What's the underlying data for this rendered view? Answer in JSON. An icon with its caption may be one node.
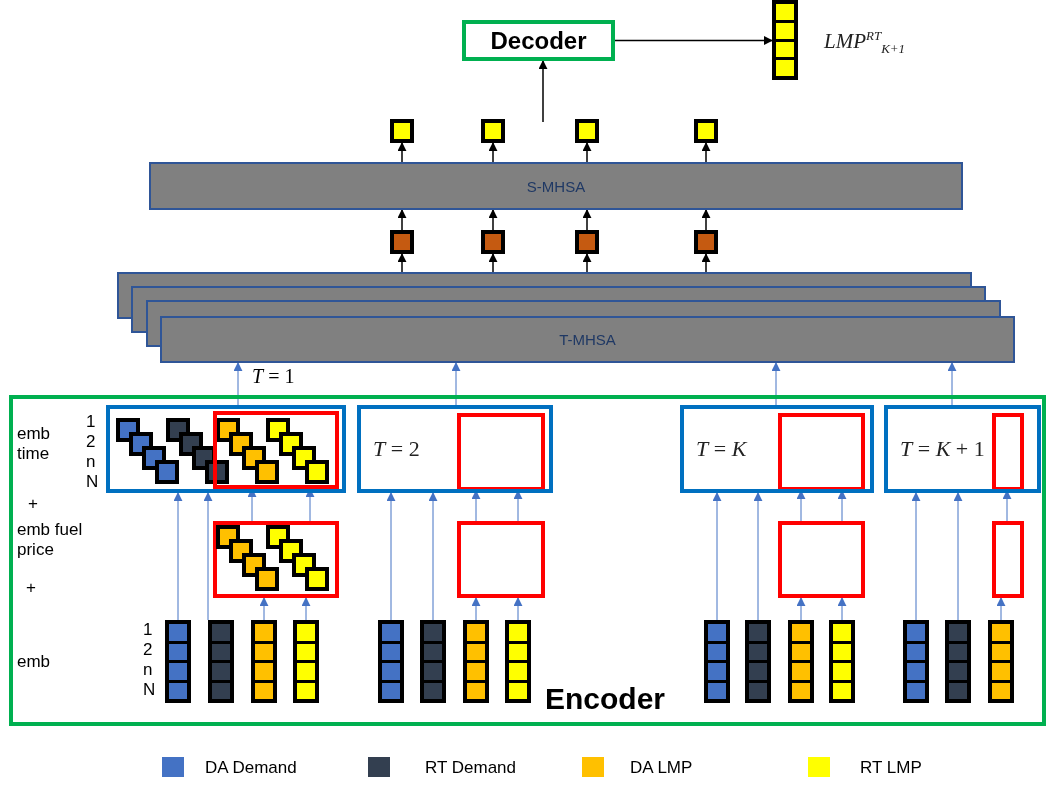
{
  "diagram": {
    "nodes": [
      {
        "text": [
          "Decoder"
        ]
      },
      {
        "text": [],
        "shape": "bar",
        "beside": [
          "LMP$^{RT}$$_{K+1}$"
        ]
      },
      {
        "text": [],
        "shape": "box"
      },
      {
        "text": [],
        "shape": "box"
      },
      {
        "text": [],
        "shape": "box"
      },
      {
        "text": [],
        "shape": "box"
      },
      {
        "text": [
          "S-MHSA"
        ]
      },
      {
        "text": [],
        "shape": "box"
      },
      {
        "text": [],
        "shape": "box"
      },
      {
        "text": [],
        "shape": "box"
      },
      {
        "text": [],
        "shape": "box"
      },
      {
        "text": [
          "T-MHSA"
        ]
      },
      {
        "text": [
          "Encoder"
        ]
      },
      {
        "text": [],
        "shape": "box",
        "in": 12
      },
      {
        "text": [
          "*T* = 2"
        ],
        "in": 12
      },
      {
        "text": [
          "*T* = *K*"
        ],
        "in": 12
      },
      {
        "text": [
          "*T* = *K* + 1"
        ],
        "in": 12
      },
      {
        "text": [],
        "shape": "box",
        "in": 13
      },
      {
        "text": [],
        "shape": "box",
        "in": 14
      },
      {
        "text": [],
        "shape": "box",
        "in": 15
      },
      {
        "text": [],
        "shape": "box",
        "in": 16
      },
      {
        "text": [],
        "shape": "box",
        "in": 12
      },
      {
        "text": [],
        "shape": "box",
        "in": 12
      },
      {
        "text": [],
        "shape": "box",
        "in": 12
      },
      {
        "text": [],
        "shape": "box",
        "in": 12
      },
      {
        "text": [],
        "shape": "bar",
        "in": 12
      },
      {
        "text": [],
        "shape": "bar",
        "in": 12
      },
      {
        "text": [],
        "shape": "bar",
        "in": 12
      },
      {
        "text": [],
        "shape": "bar",
        "in": 12
      },
      {
        "text": [],
        "shape": "bar",
        "in": 12
      },
      {
        "text": [],
        "shape": "bar",
        "in": 12
      },
      {
        "text": [],
        "shape": "bar",
        "in": 12
      },
      {
        "text": [],
        "shape": "bar",
        "in": 12
      },
      {
        "text": [],
        "shape": "bar",
        "in": 12
      },
      {
        "text": [],
        "shape": "bar",
        "in": 12
      },
      {
        "text": [],
        "shape": "bar",
        "in": 12
      },
      {
        "text": [],
        "shape": "bar",
        "in": 12
      },
      {
        "text": [],
        "shape": "bar",
        "in": 12
      },
      {
        "text": [],
        "shape": "bar",
        "in": 12
      },
      {
        "text": [],
        "shape": "bar",
        "in": 12
      }
    ],
    "edges": [
      {
        "from": null,
        "to": 0,
        "arrow": "to",
        "color": "#000000"
      },
      {
        "from": 0,
        "to": 1,
        "arrow": "to",
        "color": "#000000"
      },
      {
        "from": 11,
        "to": 7,
        "arrow": "to",
        "color": "#000000"
      },
      {
        "from": 11,
        "to": 8,
        "arrow": "to",
        "color": "#000000"
      },
      {
        "from": 11,
        "to": 9,
        "arrow": "to",
        "color": "#000000"
      },
      {
        "from": 11,
        "to": 10,
        "arrow": "to",
        "color": "#000000"
      },
      {
        "from": 7,
        "to": 6,
        "arrow": "to",
        "color": "#000000"
      },
      {
        "from": 8,
        "to": 6,
        "arrow": "to",
        "color": "#000000"
      },
      {
        "from": 9,
        "to": 6,
        "arrow": "to",
        "color": "#000000"
      },
      {
        "from": 10,
        "to": 6,
        "arrow": "to",
        "color": "#000000"
      },
      {
        "from": 6,
        "to": 2,
        "arrow": "to",
        "color": "#000000"
      },
      {
        "from": 6,
        "to": 3,
        "arrow": "to",
        "color": "#000000"
      },
      {
        "from": 6,
        "to": 4,
        "arrow": "to",
        "color": "#000000"
      },
      {
        "from": 6,
        "to": 5,
        "arrow": "to",
        "color": "#000000"
      },
      {
        "from": 13,
        "to": 11,
        "arrow": "to"
      },
      {
        "from": 14,
        "to": 11,
        "arrow": "to"
      },
      {
        "from": 15,
        "to": 11,
        "arrow": "to"
      },
      {
        "from": 16,
        "to": 11,
        "arrow": "to"
      },
      {
        "from": 25,
        "to": 13,
        "arrow": "to"
      },
      {
        "from": 26,
        "to": 13,
        "arrow": "to"
      },
      {
        "from": 27,
        "to": 21,
        "arrow": "to"
      },
      {
        "from": 28,
        "to": 21,
        "arrow": "to"
      },
      {
        "from": 29,
        "to": 14,
        "arrow": "to"
      },
      {
        "from": 30,
        "to": 14,
        "arrow": "to"
      },
      {
        "from": 31,
        "to": 22,
        "arrow": "to"
      },
      {
        "from": 32,
        "to": 22,
        "arrow": "to"
      },
      {
        "from": 33,
        "to": 15,
        "arrow": "to"
      },
      {
        "from": 34,
        "to": 15,
        "arrow": "to"
      },
      {
        "from": 35,
        "to": 23,
        "arrow": "to"
      },
      {
        "from": 36,
        "to": 23,
        "arrow": "to"
      },
      {
        "from": 37,
        "to": 16,
        "arrow": "to"
      },
      {
        "from": 38,
        "to": 16,
        "arrow": "to"
      },
      {
        "from": 39,
        "to": 24,
        "arrow": "to"
      },
      {
        "from": 21,
        "to": 17,
        "arrow": "to"
      },
      {
        "from": 21,
        "to": 17,
        "arrow": "to"
      },
      {
        "from": 22,
        "to": 18,
        "arrow": "to"
      },
      {
        "from": 22,
        "to": 18,
        "arrow": "to"
      },
      {
        "from": 23,
        "to": 19,
        "arrow": "to"
      },
      {
        "from": 23,
        "to": 19,
        "arrow": "to"
      },
      {
        "from": 24,
        "to": 20,
        "arrow": "to"
      }
    ],
    "labels": [
      "*T* = 1",
      "emb time",
      "1",
      "2",
      "n",
      "N",
      "+",
      "emb fuel price",
      "+",
      "1",
      "2",
      "n",
      "N",
      "emb"
    ],
    "legend": [
      {
        "text": "DA Demand",
        "color": "#4472c4"
      },
      {
        "text": "RT Demand",
        "color": "#333f50"
      },
      {
        "text": "DA LMP",
        "color": "#ffc000"
      },
      {
        "text": "RT LMP",
        "color": "#ffff00"
      }
    ]
  }
}
